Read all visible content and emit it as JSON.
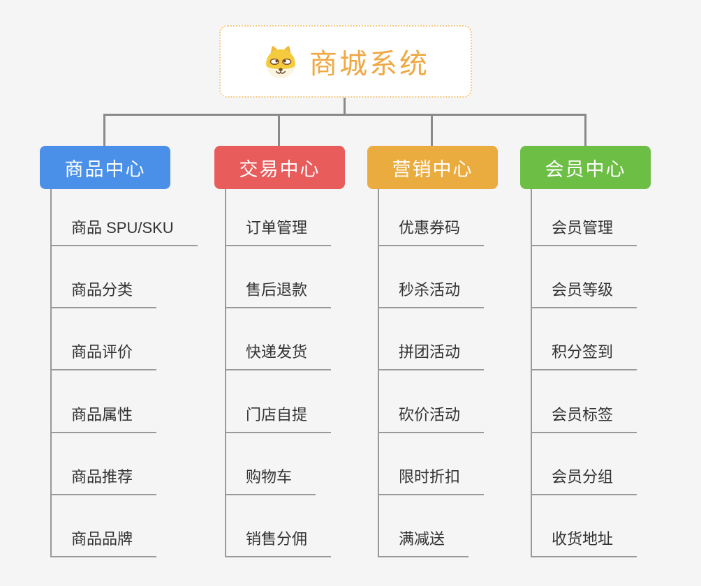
{
  "root": {
    "title": "商城系统",
    "icon": "doge-icon"
  },
  "branches": [
    {
      "label": "商品中心",
      "color": "#4A90E8",
      "items": [
        "商品 SPU/SKU",
        "商品分类",
        "商品评价",
        "商品属性",
        "商品推荐",
        "商品品牌"
      ]
    },
    {
      "label": "交易中心",
      "color": "#E85C5C",
      "items": [
        "订单管理",
        "售后退款",
        "快递发货",
        "门店自提",
        "购物车",
        "销售分佣"
      ]
    },
    {
      "label": "营销中心",
      "color": "#EBAC3F",
      "items": [
        "优惠券码",
        "秒杀活动",
        "拼团活动",
        "砍价活动",
        "限时折扣",
        "满减送"
      ]
    },
    {
      "label": "会员中心",
      "color": "#6CBE45",
      "items": [
        "会员管理",
        "会员等级",
        "积分签到",
        "会员标签",
        "会员分组",
        "收货地址"
      ]
    }
  ],
  "colors": {
    "background": "#F5F5F5",
    "root_text": "#F0A843",
    "root_border": "#F6C77E",
    "connector": "#8A8A8A",
    "leaf_line": "#999999",
    "leaf_text": "#333333"
  }
}
